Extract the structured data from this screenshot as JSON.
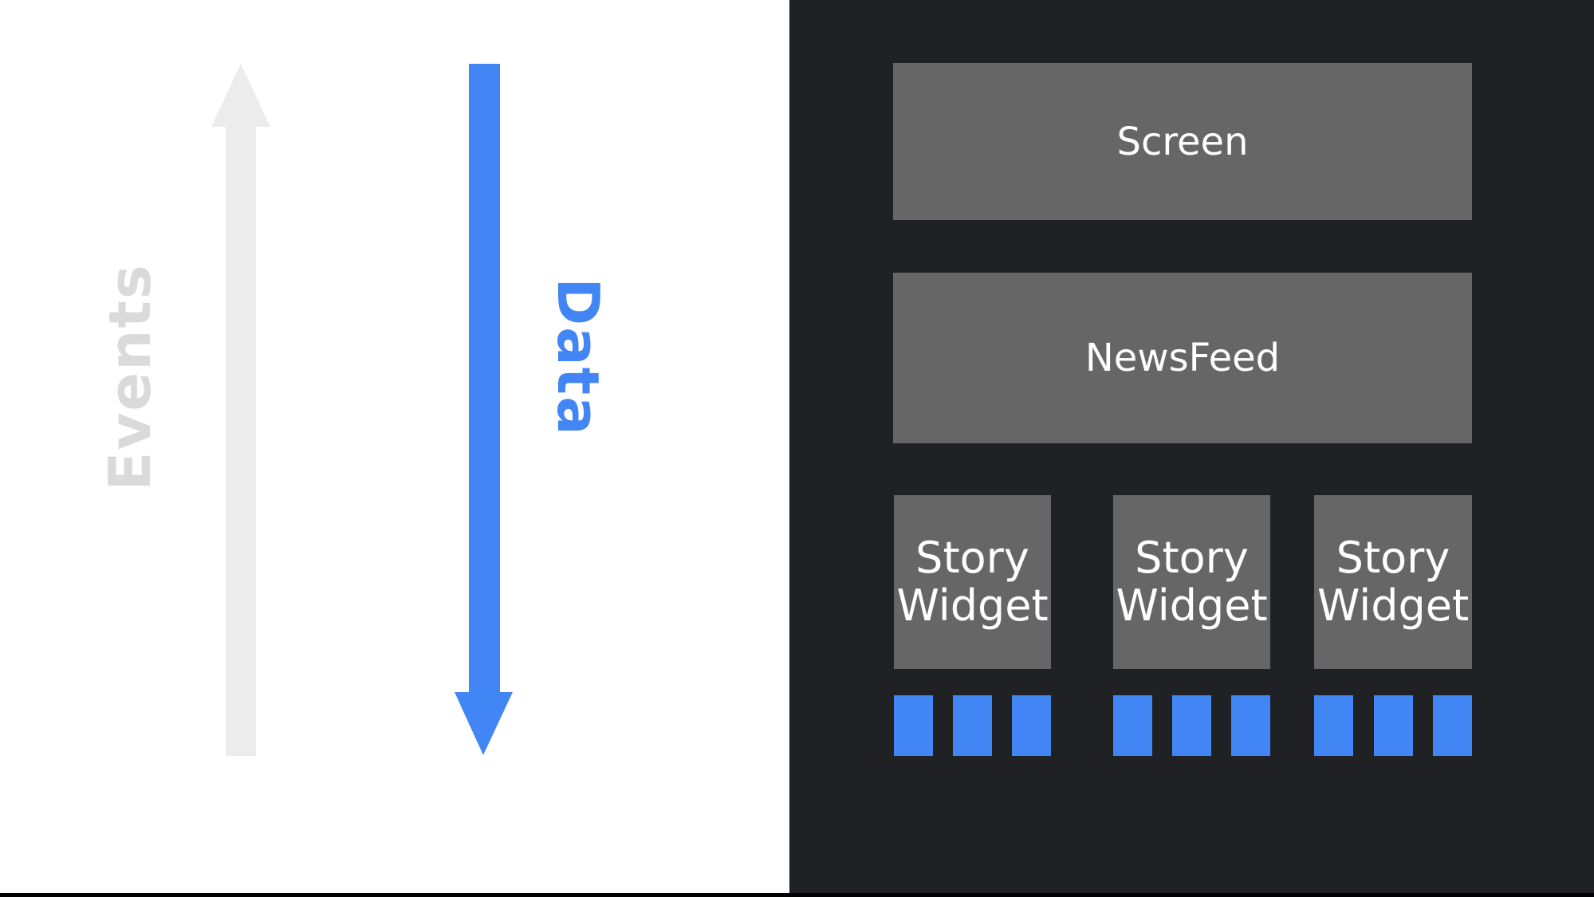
{
  "flow_labels": {
    "events": "Events",
    "data": "Data"
  },
  "icons": {
    "events_arrow": "arrow-up",
    "data_arrow": "arrow-down"
  },
  "widget_tree": {
    "screen_label": "Screen",
    "newsfeed_label": "NewsFeed",
    "story_widgets": [
      {
        "label": "Story Widget",
        "tile_count": 3
      },
      {
        "label": "Story Widget",
        "tile_count": 3
      },
      {
        "label": "Story Widget",
        "tile_count": 3
      }
    ]
  },
  "colors": {
    "page_bg": "#ffffff",
    "panel_bg": "#202124",
    "box_gray": "#666666",
    "label_white": "#ffffff",
    "accent_blue": "#4285f4",
    "arrow_gray": "#ececec",
    "events_text_gray": "#dadada",
    "bottom_bar_black": "#000000"
  }
}
